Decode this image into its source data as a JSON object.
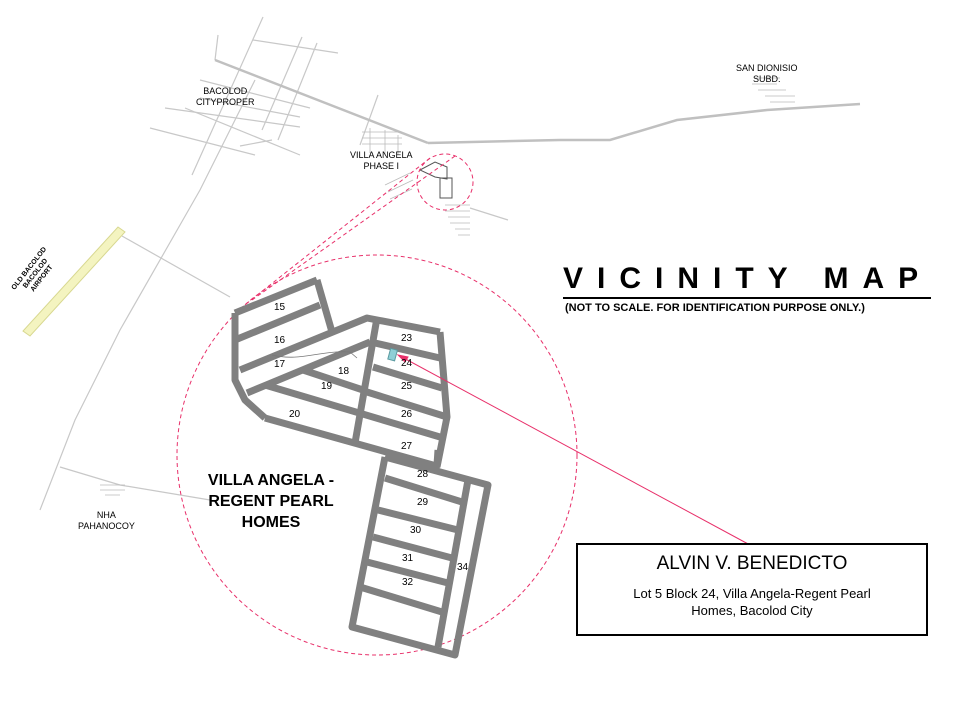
{
  "title": "VICINITY MAP",
  "subtitle": "(NOT TO SCALE. FOR IDENTIFICATION PURPOSE ONLY.)",
  "places": {
    "bacolod_city": [
      "BACOLOD",
      "CITYPROPER"
    ],
    "villa_angela_phase1": [
      "VILLA ANGELA",
      "PHASE I"
    ],
    "san_dionisio": [
      "SAN DIONISIO",
      "SUBD."
    ],
    "old_airport": [
      "OLD BACOLOD",
      "BACOLOD",
      "AIRPORT"
    ],
    "nha": [
      "NHA",
      "PAHANOCOY"
    ]
  },
  "project_name": [
    "VILLA ANGELA -",
    "REGENT PEARL",
    "HOMES"
  ],
  "blocks": [
    "15",
    "16",
    "17",
    "18",
    "19",
    "20",
    "23",
    "24",
    "25",
    "26",
    "27",
    "28",
    "29",
    "30",
    "31",
    "32",
    "34"
  ],
  "owner": {
    "name": "ALVIN V. BENEDICTO",
    "address_line1": "Lot 5 Block 24, Villa Angela-Regent Pearl",
    "address_line2": "Homes, Bacolod City"
  },
  "colors": {
    "road": "#808080",
    "minor_road": "#c8c8c8",
    "callout": "#e8306a",
    "airport": "#f4f4c0",
    "lot": "#8ecfd6"
  }
}
